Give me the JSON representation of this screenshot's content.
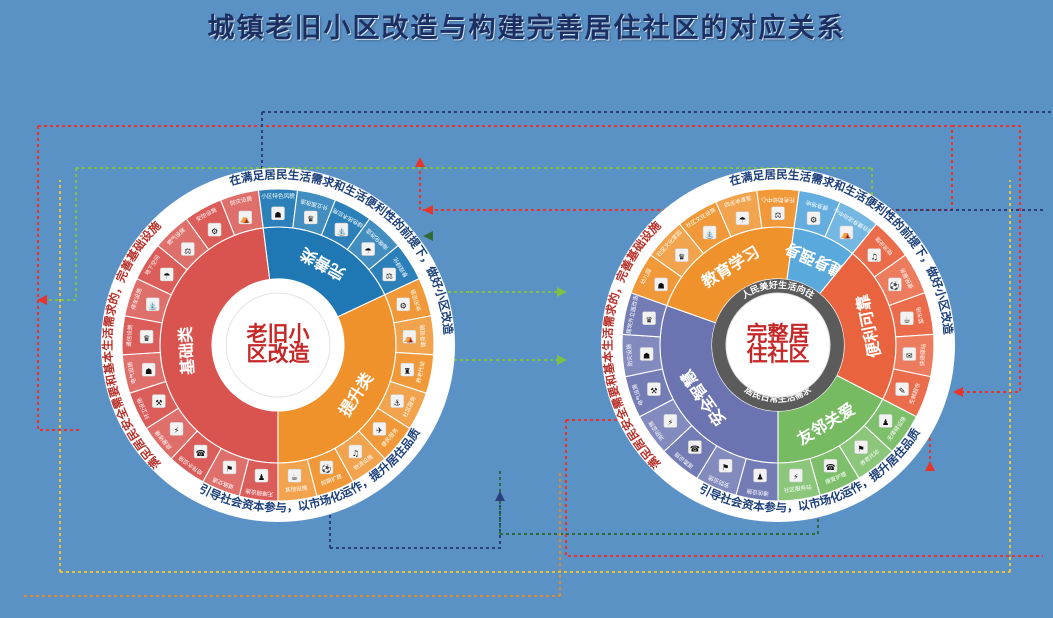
{
  "page": {
    "title": "城镇老旧小区改造与构建完善居住社区的对应关系",
    "background_color": "#5b92c6",
    "title_color": "#1b2f63"
  },
  "left_wheel": {
    "name": "老旧小区改造",
    "center_label": "老旧小区改造",
    "outer_arc_texts": [
      "满足居民安全需要和基本生活需求的，完善基础设施",
      "在满足居民生活需求和生活便利性的前提下，做好小区改造",
      "引导社会资本参与，以市场化运作，提升居住品质"
    ],
    "categories": [
      {
        "label": "基础类",
        "color": "#d9534f",
        "items": [
          "无障碍设施",
          "道路交通",
          "给排水设施",
          "房屋修缮",
          "环卫设施",
          "电气设施",
          "通信设施",
          "停车设施",
          "地下空间",
          "燃气设施",
          "安防设施",
          "防灾设施"
        ]
      },
      {
        "label": "完善类",
        "color": "#1f78b4",
        "items": [
          "小区特色风貌",
          "外立面改造",
          "绿色技术应用",
          "海绵化改造",
          "景观绿化"
        ]
      },
      {
        "label": "提升类",
        "color": "#f0922b",
        "items": [
          "休闲设施",
          "健身设施",
          "养老托幼",
          "社区服务",
          "便民服务",
          "物流设施",
          "前期扩建",
          "其他设施"
        ]
      }
    ]
  },
  "right_wheel": {
    "name": "完整居住社区",
    "center_label": "完整居住社区",
    "hub_texts": [
      "人民美好生活向往",
      "居民日常生活需求"
    ],
    "outer_arc_texts": [
      "满足居民安全需要和基本生活需求的，完善基础设施",
      "在满足居民生活需求和生活便利性的前提下，做好小区改造",
      "引导社会资本参与，以市场化运作，提升居住品质"
    ],
    "categories": [
      {
        "label": "安全智慧",
        "color": "#6b74b0",
        "items": [
          "通信设施",
          "安防设施",
          "道路设施",
          "消防设施",
          "电气设施",
          "防灾设施",
          "建筑外立面改造"
        ]
      },
      {
        "label": "教育学习",
        "color": "#f0922b",
        "items": [
          "幼儿园",
          "社区文化家园",
          "社区文化设施",
          "四点半课堂",
          "托老助幼中心"
        ]
      },
      {
        "label": "健身强身",
        "color": "#5aa9dd",
        "items": [
          "健身场地",
          "综合健身活动中心"
        ]
      },
      {
        "label": "便利可靠",
        "color": "#e9633f",
        "items": [
          "物流设施",
          "便民服务",
          "菜市场",
          "快递驿站",
          "生鲜超市"
        ]
      },
      {
        "label": "友邻关爱",
        "color": "#76bb62",
        "items": [
          "无障碍设施",
          "养老托幼",
          "康复护理",
          "社区服务站"
        ]
      }
    ]
  },
  "connectors": [
    {
      "name": "red-link",
      "color": "#e8342a"
    },
    {
      "name": "navy-link",
      "color": "#2b3f7a"
    },
    {
      "name": "green-link",
      "color": "#7dc242"
    },
    {
      "name": "orange-link",
      "color": "#e08b2e"
    },
    {
      "name": "yellow-link",
      "color": "#e8c33a"
    },
    {
      "name": "darkgreen-link",
      "color": "#2f6b3a"
    }
  ]
}
